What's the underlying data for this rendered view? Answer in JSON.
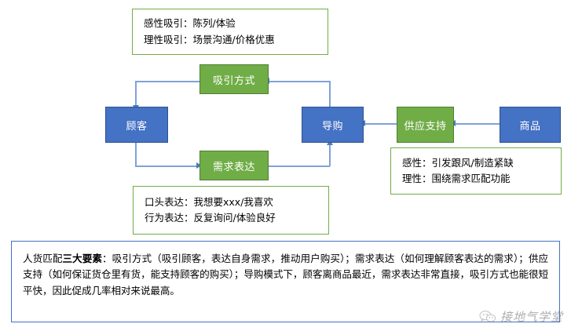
{
  "diagram": {
    "nodes": [
      {
        "id": "attract-method",
        "label": "吸引方式",
        "color": "#70AD47"
      },
      {
        "id": "customer",
        "label": "顾客",
        "color": "#4472C4"
      },
      {
        "id": "guide",
        "label": "导购",
        "color": "#4472C4"
      },
      {
        "id": "demand-express",
        "label": "需求表达",
        "color": "#70AD47"
      },
      {
        "id": "supply-support",
        "label": "供应支持",
        "color": "#70AD47"
      },
      {
        "id": "product",
        "label": "商品",
        "color": "#4472C4"
      }
    ],
    "annotations": [
      {
        "id": "attract-annotation",
        "lines": [
          "感性吸引：陈列/体验",
          "理性吸引：场景沟通/价格优惠"
        ]
      },
      {
        "id": "demand-annotation",
        "lines": [
          "口头表达：我想要xxx/我喜欢",
          "行为表达：反复询问/体验良好"
        ]
      },
      {
        "id": "supply-annotation",
        "lines": [
          "感性：引发跟风/制造紧缺",
          "理性：围绕需求匹配功能"
        ]
      }
    ]
  },
  "summary": {
    "prefix": "人货匹配",
    "bold": "三大要素",
    "rest": "：吸引方式（吸引顾客，表达自身需求，推动用户购买）；需求表达（如何理解顾客表达的需求）；供应支持（如何保证货仓里有货，能支持顾客的购买）；导购模式下，顾客离商品最近，需求表达非常直接，吸引方式也能很短平快，因此促成几率相对来说最高。",
    "border_color": "#4472C4"
  },
  "watermark": {
    "text": "接地气学堂",
    "icon": "wechat-icon"
  },
  "colors": {
    "blue_fill": "#4472C4",
    "green_fill": "#70AD47",
    "connector": "#7EA3D8",
    "arrow": "#4A7EBB"
  }
}
